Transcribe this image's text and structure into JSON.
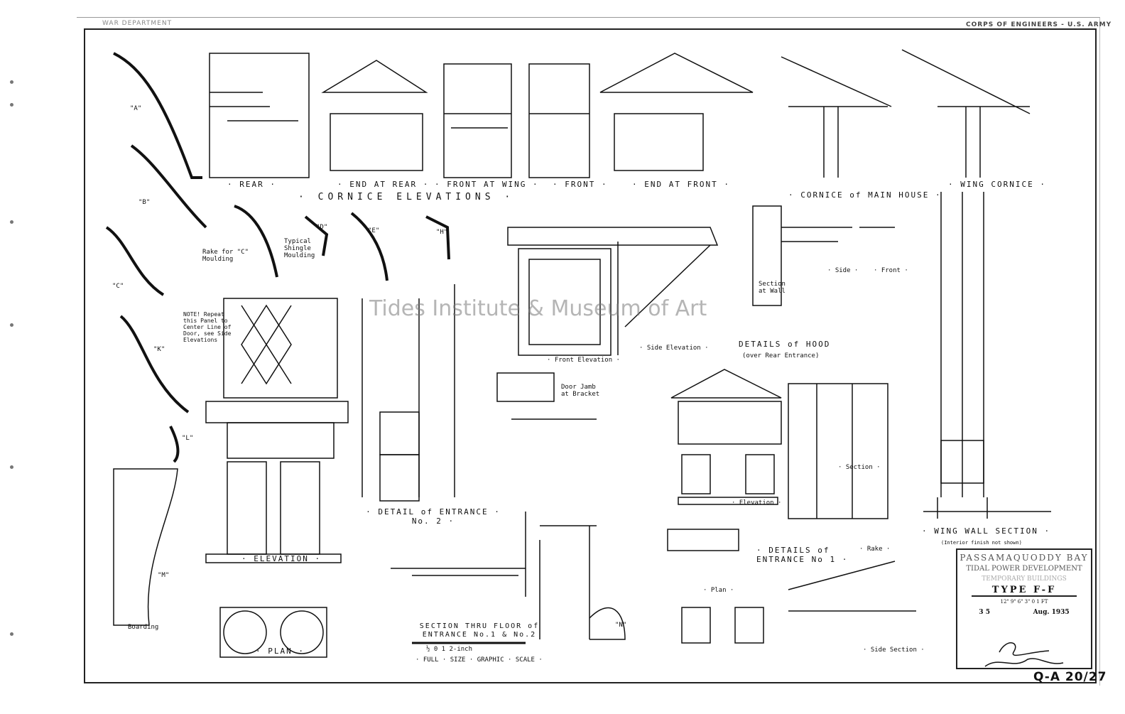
{
  "header": {
    "left": "WAR DEPARTMENT",
    "right": "CORPS OF ENGINEERS - U.S. ARMY"
  },
  "labels": {
    "rear": "· REAR ·",
    "end_at_rear": "· END AT REAR ·",
    "front_at_wing": "· FRONT AT WING ·",
    "front": "· FRONT ·",
    "end_at_front": "· END AT FRONT ·",
    "cornice_elevations": "· CORNICE  ELEVATIONS ·",
    "cornice_main": "· CORNICE of MAIN HOUSE ·",
    "wing_cornice": "· WING CORNICE ·",
    "rake_c": "Rake for \"C\" Moulding",
    "typical_shingle": "Typical Shingle Moulding",
    "note": "NOTE! Repeat this Panel to Center Line of Door, see Side Elevations",
    "detail_entrance_2": "· DETAIL of ENTRANCE · No. 2 ·",
    "elevation": "· ELEVATION ·",
    "plan": "· PLAN ·",
    "boarding": "Boarding",
    "side_elevation": "· Side Elevation ·",
    "front_elevation": "· Front Elevation ·",
    "door_jamb": "Door Jamb at Bracket",
    "section_at_wall": "Section at Wall",
    "side": "· Side ·",
    "front_small": "· Front ·",
    "details_hood": "DETAILS of HOOD",
    "hood_sub": "(over Rear Entrance)",
    "elevation_small": "· Elevation ·",
    "section": "· Section ·",
    "details_entrance_1": "· DETAILS of ENTRANCE No 1 ·",
    "plan_small": "· Plan ·",
    "side_section": "· Side Section ·",
    "rake": "· Rake ·",
    "wing_wall_section": "· WING WALL SECTION ·",
    "wing_wall_sub": "(Interior finish not shown)",
    "section_floor": "SECTION THRU FLOOR of ENTRANCE No.1 & No.2",
    "graphic_scale": "· FULL · SIZE · GRAPHIC · SCALE ·",
    "scale_units": "½  0  1  2-inch",
    "marks": [
      "\"A\"",
      "\"B\"",
      "\"C\"",
      "\"D\"",
      "\"E\"",
      "\"H\"",
      "\"K\"",
      "\"L\"",
      "\"M\"",
      "\"N\""
    ]
  },
  "watermark": "Tides Institute & Museum of Art",
  "title_block": {
    "line1": "PASSAMAQUODDY BAY",
    "line2": "TIDAL POWER DEVELOPMENT",
    "line3": "TEMPORARY BUILDINGS",
    "type": "TYPE F-F",
    "scale": "12\"  9\"  6\"  3\"  0        1 FT",
    "numbers": "3   5",
    "date": "Aug. 1935"
  },
  "sheet_number": "Q-A 20/27"
}
